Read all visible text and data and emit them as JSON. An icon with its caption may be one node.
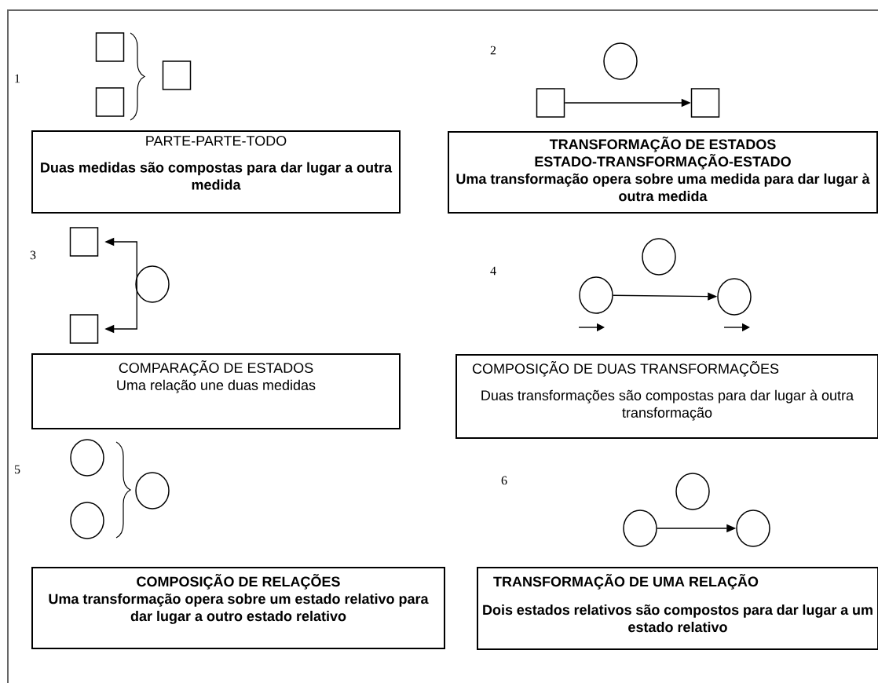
{
  "diagram": {
    "nodes": [
      {
        "text": [],
        "shape": "box"
      },
      {
        "text": [],
        "shape": "box"
      },
      {
        "text": [],
        "shape": "box"
      },
      {
        "text": [
          "PARTE-PARTE-TODO",
          "Duas medidas são compostas para dar lugar a outra medida"
        ]
      },
      {
        "text": [],
        "shape": "circle"
      },
      {
        "text": [],
        "shape": "box"
      },
      {
        "text": [],
        "shape": "box"
      },
      {
        "text": [
          "TRANSFORMAÇÃO DE ESTADOS",
          "ESTADO-TRANSFORMAÇÃO-ESTADO",
          "Uma transformação opera sobre uma medida para dar lugar à outra medida"
        ]
      },
      {
        "text": [],
        "shape": "box"
      },
      {
        "text": [],
        "shape": "box"
      },
      {
        "text": [],
        "shape": "circle"
      },
      {
        "text": [
          "COMPARAÇÃO DE ESTADOS",
          "Uma relação une duas medidas"
        ]
      },
      {
        "text": [],
        "shape": "circle"
      },
      {
        "text": [],
        "shape": "circle"
      },
      {
        "text": [],
        "shape": "circle"
      },
      {
        "text": [
          "COMPOSIÇÃO DE DUAS TRANSFORMAÇÕES",
          "Duas transformações são compostas para dar lugar à outra transformação"
        ]
      },
      {
        "text": [],
        "shape": "circle"
      },
      {
        "text": [],
        "shape": "circle"
      },
      {
        "text": [],
        "shape": "circle"
      },
      {
        "text": [
          "COMPOSIÇÃO DE RELAÇÕES",
          "Uma transformação opera sobre um estado relativo para dar lugar a outro estado relativo"
        ]
      },
      {
        "text": [],
        "shape": "circle"
      },
      {
        "text": [],
        "shape": "circle"
      },
      {
        "text": [],
        "shape": "circle"
      },
      {
        "text": [
          "TRANSFORMAÇÃO DE UMA RELAÇÃO",
          "Dois estados relativos são compostos para dar lugar a um estado relativo"
        ]
      }
    ],
    "edges": [
      {
        "from": 5,
        "to": 6,
        "arrow": "to"
      },
      {
        "from": 8,
        "to": 9,
        "arrow": "both"
      },
      {
        "from": 13,
        "to": 14,
        "arrow": "to"
      },
      {
        "from": 21,
        "to": 22,
        "arrow": "to"
      }
    ],
    "labels": [
      "1",
      "2",
      "3",
      "4",
      "5",
      "6"
    ]
  }
}
